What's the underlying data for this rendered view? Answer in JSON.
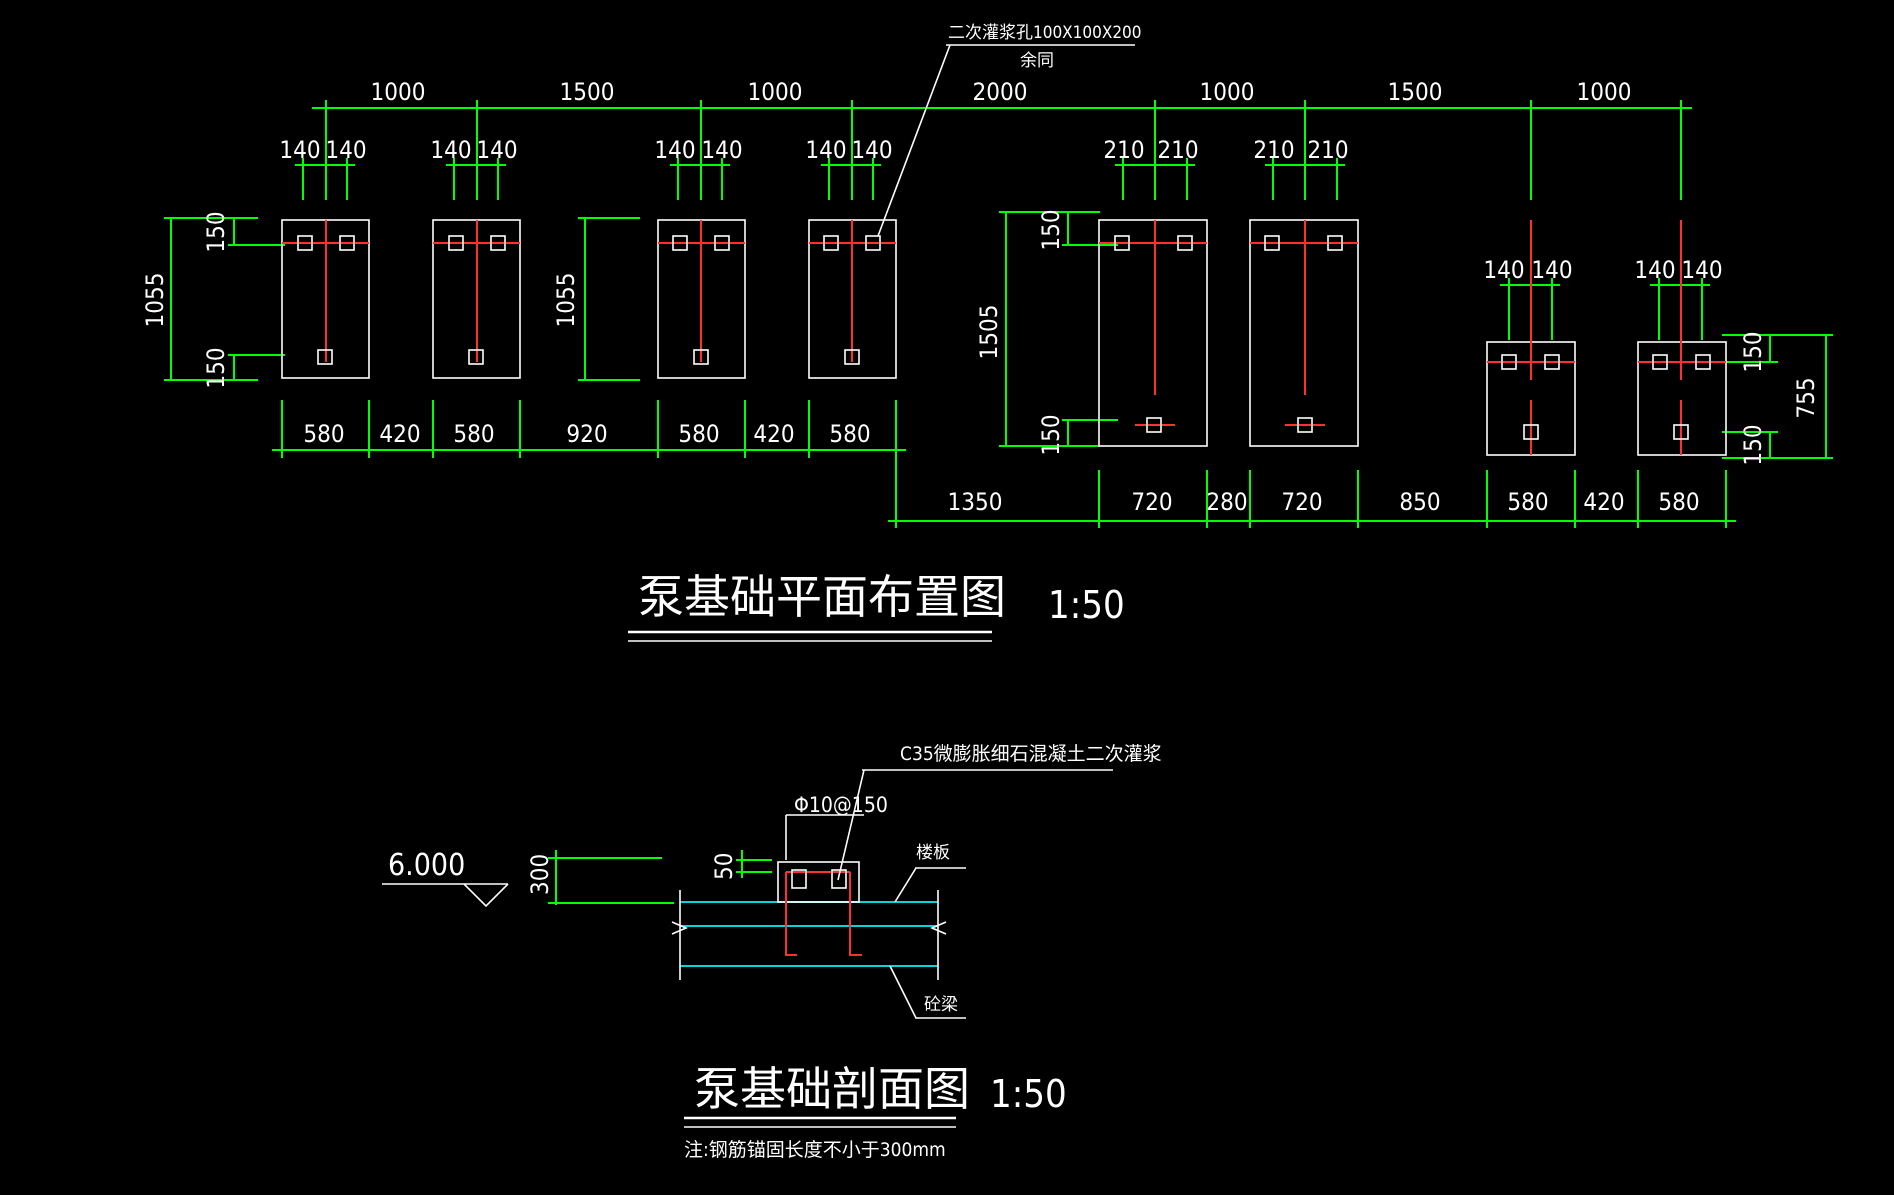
{
  "plan": {
    "title": "泵基础平面布置图",
    "scale": "1:50",
    "grout_note_line1": "二次灌浆孔100X100X200",
    "grout_note_line2": "余同",
    "top_dims": [
      "1000",
      "1500",
      "1000",
      "2000",
      "1000",
      "1500",
      "1000"
    ],
    "bolt_dims_140": [
      "140",
      "140"
    ],
    "bolt_dims_210": [
      "210",
      "210"
    ],
    "left_height": "1055",
    "mid_height": "1055",
    "right_height": "1505",
    "far_right_height": "755",
    "edge_150": "150",
    "bottom_dims_left": [
      "580",
      "420",
      "580",
      "920",
      "580",
      "420",
      "580"
    ],
    "bottom_dims_right": [
      "1350",
      "720",
      "280",
      "720",
      "850",
      "580",
      "420",
      "580"
    ]
  },
  "section": {
    "title": "泵基础剖面图",
    "scale": "1:50",
    "elevation": "6.000",
    "height_300": "300",
    "height_50": "50",
    "grout_label": "C35微膨胀细石混凝土二次灌浆",
    "rebar_label": "Φ10@150",
    "slab_label": "楼板",
    "beam_label": "砼梁",
    "note": "注:钢筋锚固长度不小于300mm"
  },
  "colors": {
    "dimension": "#00ff00",
    "outline": "#ffffff",
    "rebar": "#ff3030",
    "slab": "#00d8d8",
    "background": "#000000"
  }
}
